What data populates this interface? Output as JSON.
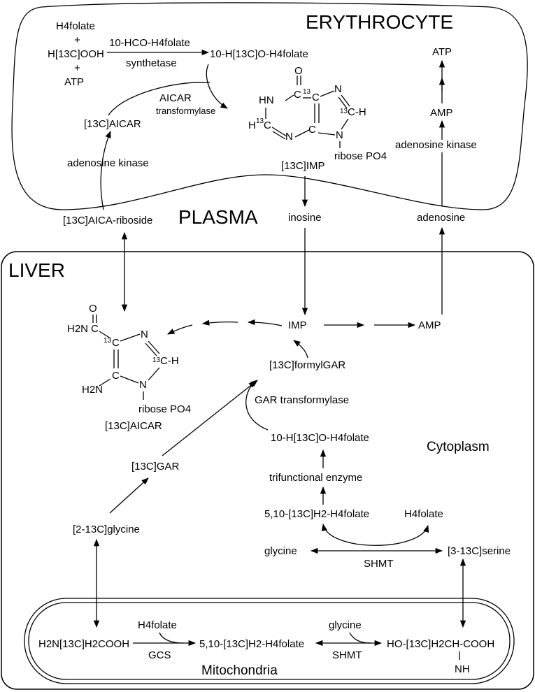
{
  "compartments": {
    "erythrocyte": "ERYTHROCYTE",
    "plasma": "PLASMA",
    "liver": "LIVER",
    "cytoplasm": "Cytoplasm",
    "mitochondria": "Mitochondria"
  },
  "erythrocyte": {
    "h4folate": "H4folate",
    "plus1": "+",
    "h13cooh": "H[13C]OOH",
    "plus2": "+",
    "atp_in": "ATP",
    "enzyme_synth_1": "10-HCO-H4folate",
    "enzyme_synth_2": "synthetase",
    "formyl_h4folate": "10-H[13C]O-H4folate",
    "aicar_tf_1": "AICAR",
    "aicar_tf_2": "transformylase",
    "aicar": "[13C]AICAR",
    "adenosine_kinase_left": "adenosine kinase",
    "imp": "[13C]IMP",
    "ribose": "ribose PO4",
    "atp": "ATP",
    "amp": "AMP",
    "adenosine_kinase_right": "adenosine kinase"
  },
  "plasma": {
    "aica_riboside": "[13C]AICA-riboside",
    "inosine": "inosine",
    "adenosine": "adenosine"
  },
  "liver": {
    "imp": "IMP",
    "amp": "AMP",
    "formylgar": "[13C]formylGAR",
    "gar_transformylase": "GAR transformylase",
    "formyl_h4folate": "10-H[13C]O-H4folate",
    "trifunctional": "trifunctional enzyme",
    "methylene_h4folate": "5,10-[13C]H2-H4folate",
    "h4folate": "H4folate",
    "glycine": "glycine",
    "shmt": "SHMT",
    "serine": "[3-13C]serine",
    "gar": "[13C]GAR",
    "glycine_labeled": "[2-13C]glycine",
    "aicar": "[13C]AICAR",
    "ribose": "ribose PO4"
  },
  "mitochondria": {
    "glycine_formula": "H2N[13C]H2COOH",
    "h4folate": "H4folate",
    "gcs": "GCS",
    "methylene_h4folate": "5,10-[13C]H2-H4folate",
    "glycine": "glycine",
    "shmt": "SHMT",
    "serine_formula": "HO-[13C]H2CH-COOH",
    "nh": "NH"
  },
  "structures": {
    "O": "O",
    "HN": "HN",
    "N": "N",
    "H": "H",
    "C": "C",
    "C13": "13",
    "H2N": "H2N",
    "CH": "C-H"
  }
}
